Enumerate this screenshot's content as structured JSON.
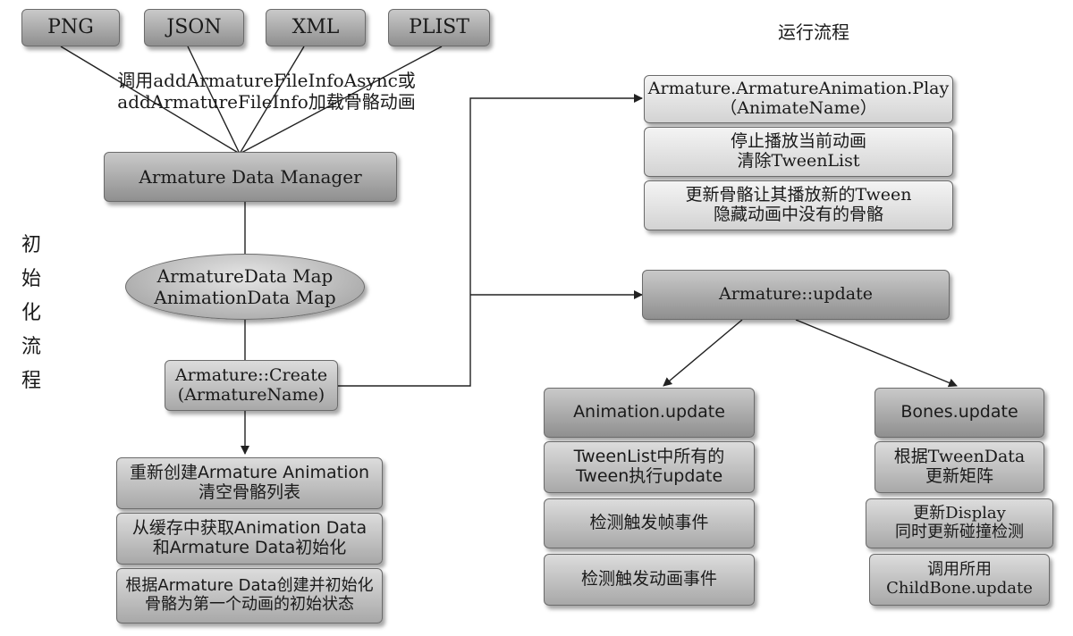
{
  "formats": [
    "PNG",
    "JSON",
    "XML",
    "PLIST"
  ],
  "load_note": [
    "调用addArmatureFileInfoAsync或",
    "addArmatureFileInfo加载骨骼动画"
  ],
  "data_manager": "Armature Data Manager",
  "data_map": [
    "ArmatureData Map",
    "AnimationData Map"
  ],
  "create": [
    "Armature::Create",
    "(ArmatureName)"
  ],
  "init_title": [
    "初",
    "始",
    "化",
    "流",
    "程"
  ],
  "init_steps": [
    [
      "重新创建Armature Animation",
      "清空骨骼列表"
    ],
    [
      "从缓存中获取Animation Data",
      "和Armature Data初始化"
    ],
    [
      "根据Armature Data创建并初始化",
      "骨骼为第一个动画的初始状态"
    ]
  ],
  "run_title": "运行流程",
  "play_steps": [
    [
      "Armature.ArmatureAnimation.Play",
      "（AnimateName）"
    ],
    [
      "停止播放当前动画",
      "清除TweenList"
    ],
    [
      "更新骨骼让其播放新的Tween",
      "隐藏动画中没有的骨骼"
    ]
  ],
  "update": "Armature::update",
  "animation_update": "Animation.update",
  "animation_steps": [
    [
      "TweenList中所有的",
      "Tween执行update"
    ],
    [
      "检测触发帧事件"
    ],
    [
      "检测触发动画事件"
    ]
  ],
  "bones_update": "Bones.update",
  "bones_steps": [
    [
      "根据TweenData",
      "更新矩阵"
    ],
    [
      "更新Display",
      "同时更新碰撞检测"
    ],
    [
      "调用所用",
      "ChildBone.update"
    ]
  ]
}
